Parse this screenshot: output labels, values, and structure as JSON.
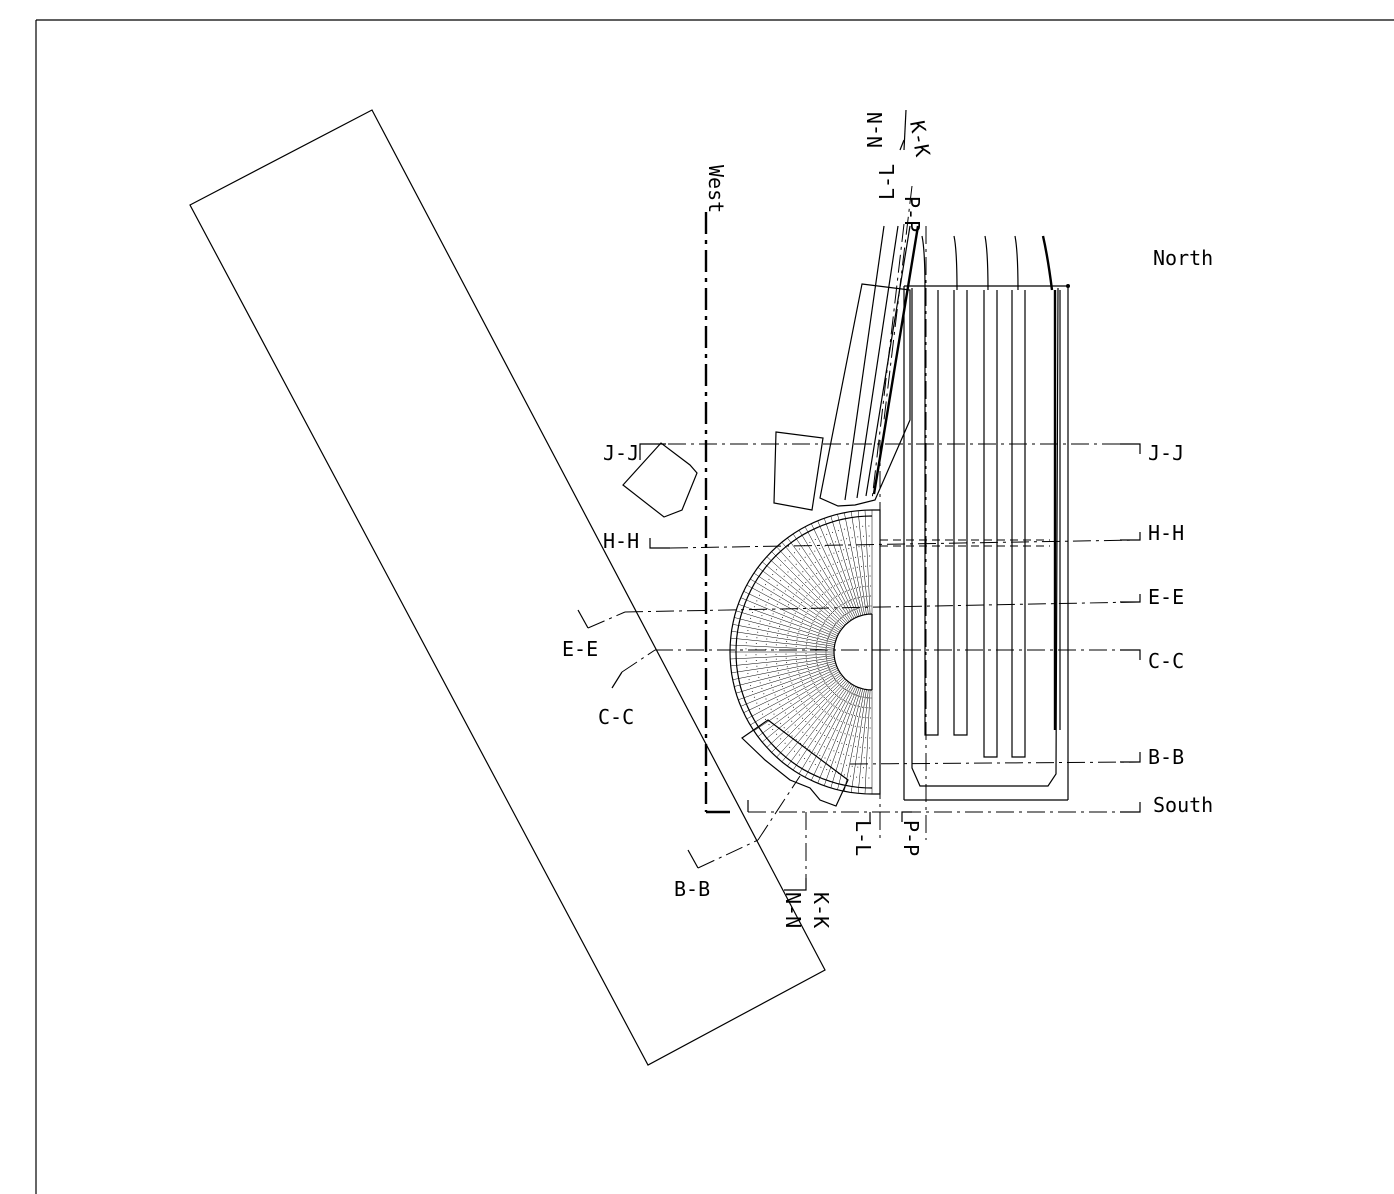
{
  "drawing": {
    "orientation": {
      "north": "North",
      "south": "South",
      "west": "West"
    },
    "sections": {
      "jj": "J-J",
      "hh": "H-H",
      "ee": "E-E",
      "cc": "C-C",
      "bb": "B-B",
      "kk": "K-K",
      "nn": "N-N",
      "ll": "L-L",
      "pp": "P-P"
    }
  }
}
